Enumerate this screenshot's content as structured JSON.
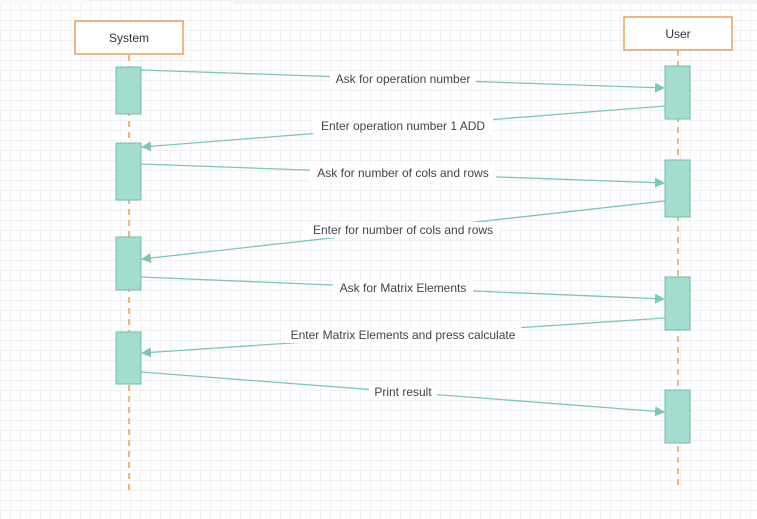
{
  "diagram": {
    "actors": {
      "system": {
        "name": "System"
      },
      "user": {
        "name": "User"
      }
    },
    "messages": [
      {
        "label": "Ask for operation number",
        "from": "system",
        "to": "user"
      },
      {
        "label": "Enter operation number 1 ADD",
        "from": "user",
        "to": "system"
      },
      {
        "label": "Ask for number of cols and rows",
        "from": "system",
        "to": "user"
      },
      {
        "label": "Enter for number of cols and rows",
        "from": "user",
        "to": "system"
      },
      {
        "label": "Ask for Matrix Elements",
        "from": "system",
        "to": "user"
      },
      {
        "label": "Enter Matrix Elements and press calculate",
        "from": "user",
        "to": "system"
      },
      {
        "label": "Print result",
        "from": "system",
        "to": "user"
      }
    ]
  },
  "colors": {
    "actor_border": "#e8a05a",
    "lifeline": "#e8a05a",
    "activation_fill": "#a3ddd0",
    "activation_border": "#6fbfa8",
    "message_line": "#7dc8b4",
    "label_text": "#444444"
  }
}
